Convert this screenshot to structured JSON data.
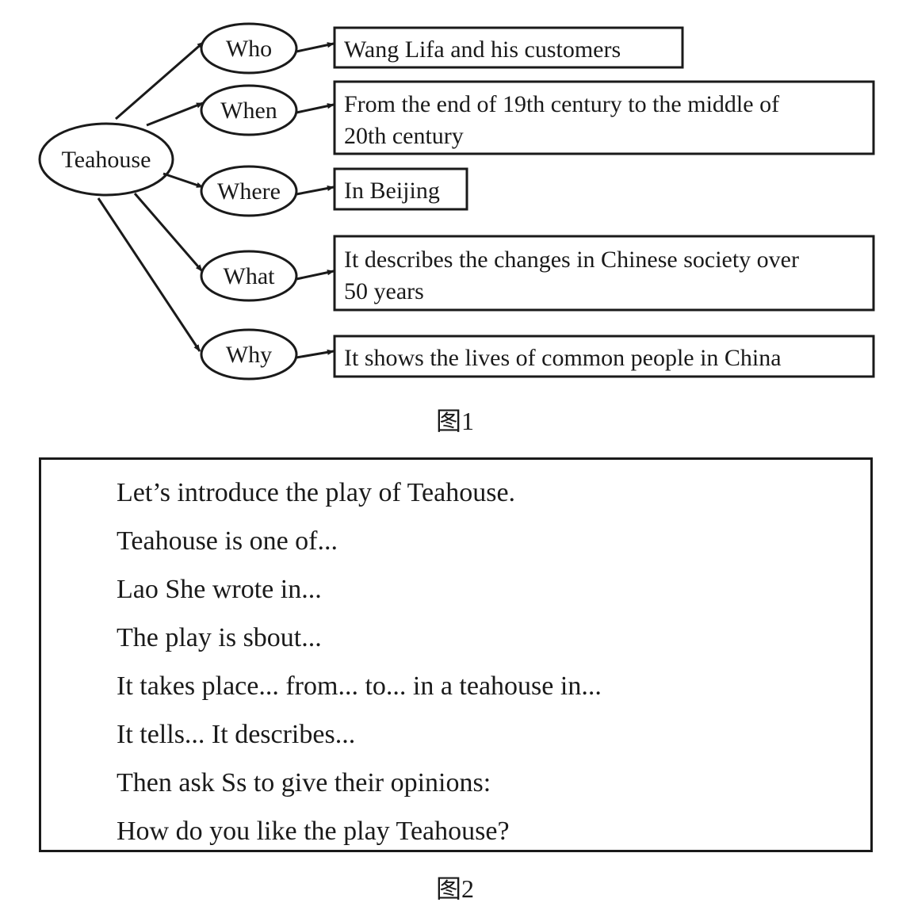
{
  "figure1": {
    "caption": "图1",
    "center_node": "Teahouse",
    "branches": [
      {
        "question": "Who",
        "answer_lines": [
          "Wang Lifa and his customers"
        ]
      },
      {
        "question": "When",
        "answer_lines": [
          "From the end of 19th century to the middle of",
          "20th century"
        ]
      },
      {
        "question": "Where",
        "answer_lines": [
          "In Beijing"
        ]
      },
      {
        "question": "What",
        "answer_lines": [
          "It describes the changes in Chinese society over",
          "50 years"
        ]
      },
      {
        "question": "Why",
        "answer_lines": [
          "It shows the lives of common people in China"
        ]
      }
    ]
  },
  "figure2": {
    "caption": "图2",
    "lines": [
      "Let’s introduce the play of Teahouse.",
      "Teahouse is one of...",
      "Lao She wrote in...",
      "The play is sbout...",
      "It takes place... from... to... in a teahouse in...",
      "It tells... It describes...",
      "Then ask Ss to give their opinions:",
      "How do you like the play Teahouse?"
    ]
  }
}
